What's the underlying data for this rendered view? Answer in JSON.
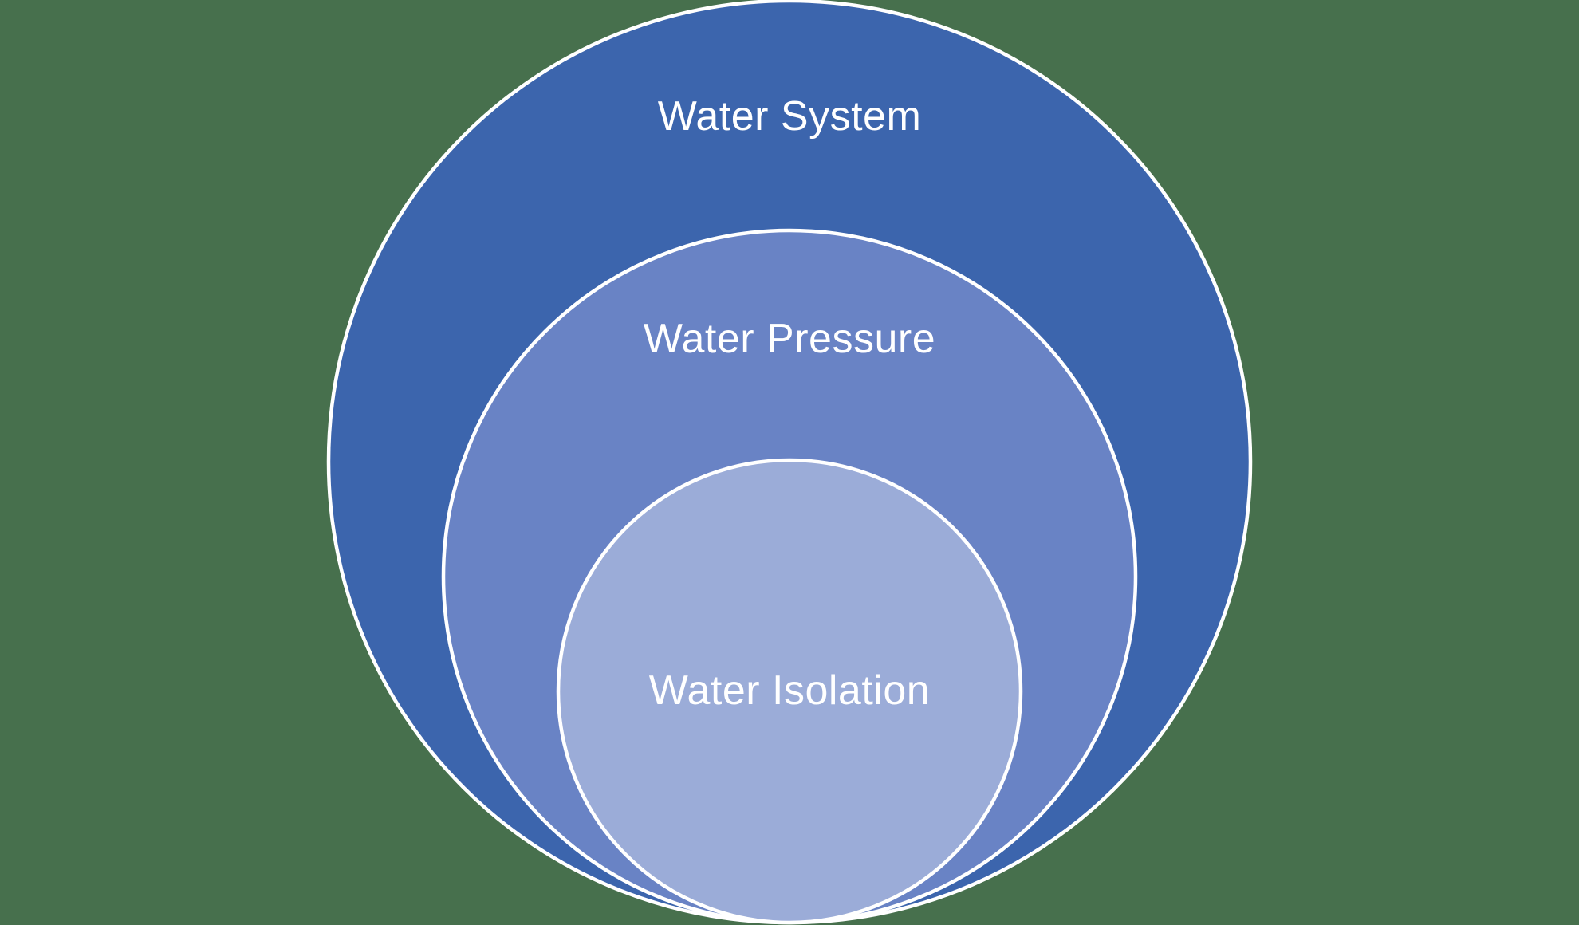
{
  "diagram": {
    "type": "nested-circles-venn",
    "background_color": "#47704D",
    "outline_color": "#FFFFFF",
    "text_color": "#FFFFFF",
    "levels": [
      {
        "label": "Water System",
        "fill": "#3C65AD"
      },
      {
        "label": "Water Pressure",
        "fill": "#6983C5"
      },
      {
        "label": "Water Isolation",
        "fill": "#9BACD8"
      }
    ]
  }
}
